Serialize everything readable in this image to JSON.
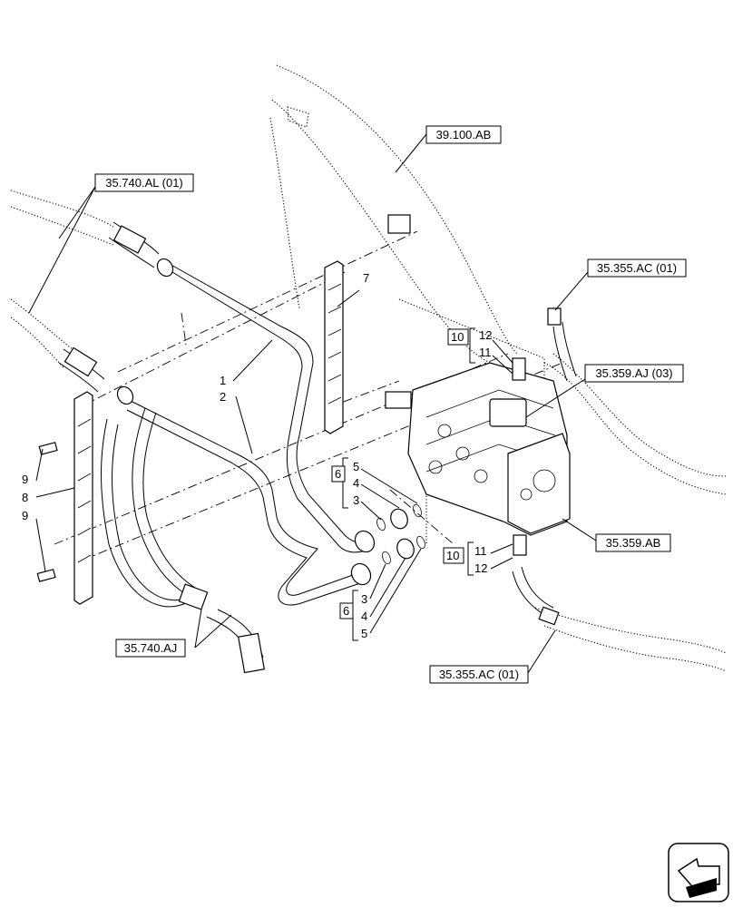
{
  "references": {
    "r39100ab": "39.100.AB",
    "r35740al": "35.740.AL (01)",
    "r35355ac_top": "35.355.AC (01)",
    "r35359aj": "35.359.AJ (03)",
    "r35359ab": "35.359.AB",
    "r35740aj": "35.740.AJ",
    "r35355ac_bottom": "35.355.AC (01)"
  },
  "callouts": {
    "p1": "1",
    "p2": "2",
    "p3a": "3",
    "p3b": "3",
    "p4a": "4",
    "p4b": "4",
    "p5a": "5",
    "p5b": "5",
    "p6a": "6",
    "p6b": "6",
    "p7": "7",
    "p8": "8",
    "p9a": "9",
    "p9b": "9",
    "p10a": "10",
    "p10b": "10",
    "p11a": "11",
    "p11b": "11",
    "p12a": "12",
    "p12b": "12"
  },
  "icons": {
    "corner": "navigation-arrow-icon"
  }
}
